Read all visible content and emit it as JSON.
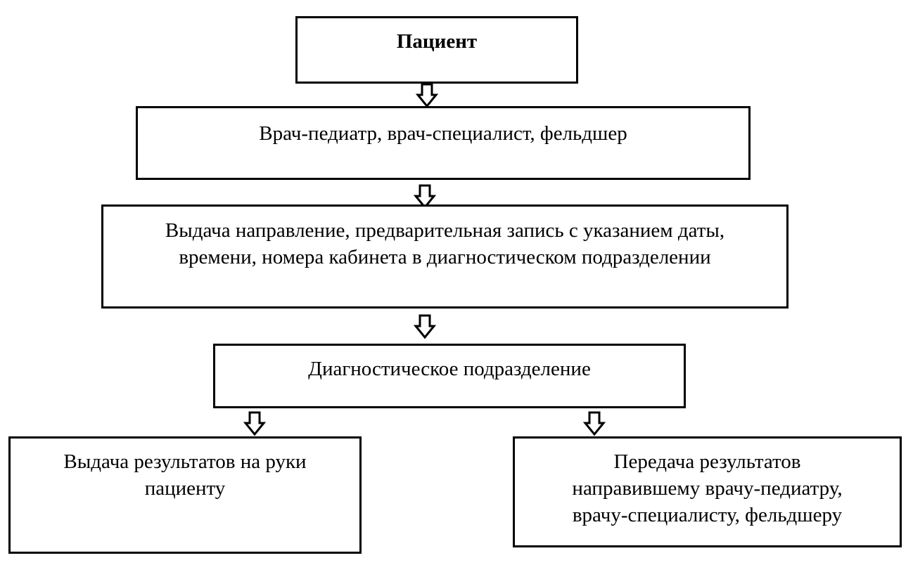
{
  "diagram": {
    "nodes": {
      "patient": "Пациент",
      "doctor": "Врач-педиатр, врач-специалист, фельдшер",
      "referral": "Выдача направление, предварительная запись с указанием даты,\nвремени, номера кабинета в диагностическом подразделении",
      "diagnostic_unit": "Диагностическое подразделение",
      "results_to_patient": "Выдача результатов на руки\nпациенту",
      "results_to_doctor": "Передача результатов\nнаправившему врачу-педиатру,\nврачу-специалисту, фельдшеру"
    },
    "edges": [
      {
        "from": "patient",
        "to": "doctor"
      },
      {
        "from": "doctor",
        "to": "referral"
      },
      {
        "from": "referral",
        "to": "diagnostic_unit"
      },
      {
        "from": "diagnostic_unit",
        "to": "results_to_patient"
      },
      {
        "from": "diagnostic_unit",
        "to": "results_to_doctor"
      }
    ],
    "colors": {
      "stroke": "#000000",
      "fill": "#ffffff"
    }
  }
}
